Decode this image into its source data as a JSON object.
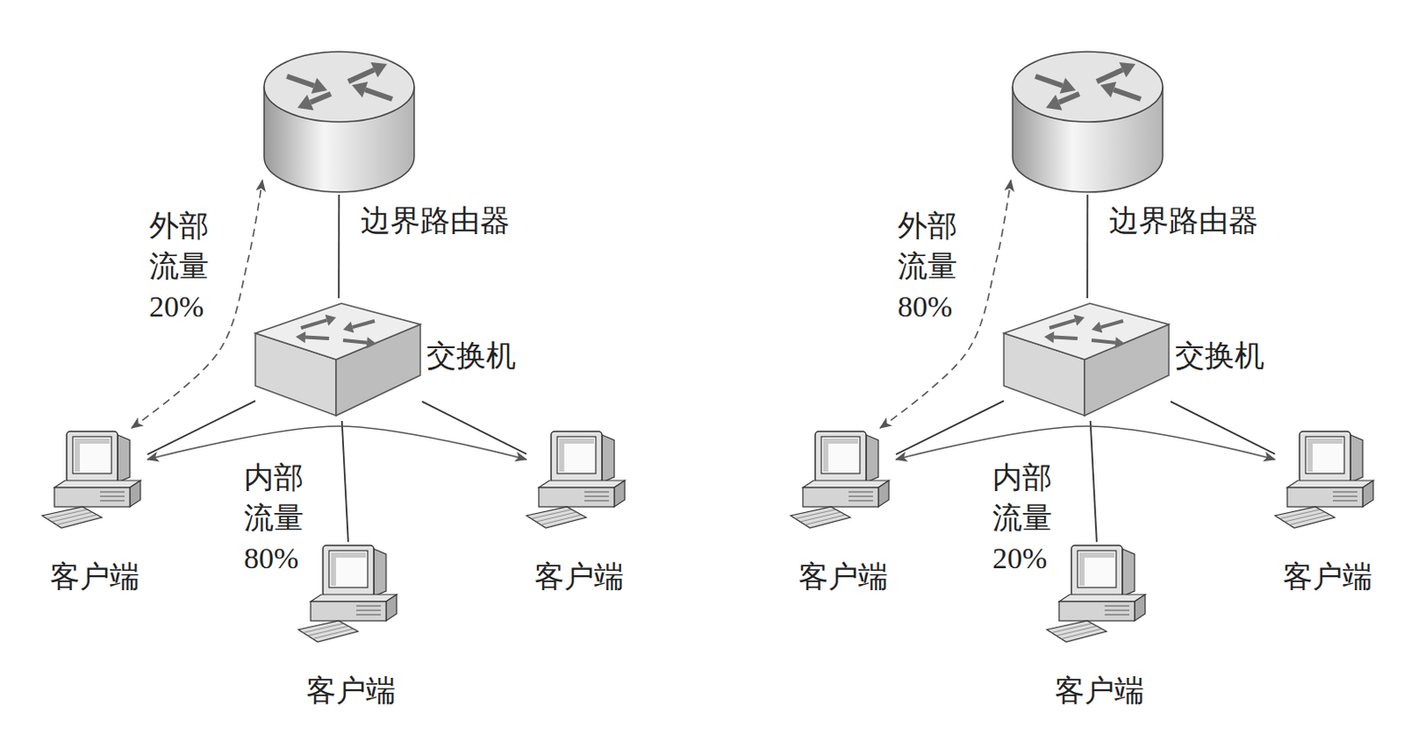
{
  "diagram": {
    "nodes": [
      {
        "text": [
          "边界路由器"
        ]
      },
      {
        "text": [
          "交换机"
        ]
      },
      {
        "text": [
          "客户端"
        ]
      },
      {
        "text": [
          "客户端"
        ]
      },
      {
        "text": [
          "客户端"
        ]
      },
      {
        "text": [
          "边界路由器"
        ]
      },
      {
        "text": [
          "交换机"
        ]
      },
      {
        "text": [
          "客户端"
        ]
      },
      {
        "text": [
          "客户端"
        ]
      },
      {
        "text": [
          "客户端"
        ]
      }
    ],
    "edges": [
      {
        "from": 0,
        "to": 1,
        "arrow": "none"
      },
      {
        "from": 1,
        "to": 2,
        "arrow": "none"
      },
      {
        "from": 1,
        "to": 3,
        "arrow": "none"
      },
      {
        "from": 1,
        "to": 4,
        "arrow": "none"
      },
      {
        "from": 2,
        "to": 0,
        "arrow": "both",
        "label": "外部 流量 20%"
      },
      {
        "from": 2,
        "to": 4,
        "arrow": "both",
        "label": "内部 流量 80%"
      },
      {
        "from": 5,
        "to": 6,
        "arrow": "none"
      },
      {
        "from": 6,
        "to": 7,
        "arrow": "none"
      },
      {
        "from": 6,
        "to": 8,
        "arrow": "none"
      },
      {
        "from": 6,
        "to": 9,
        "arrow": "none"
      },
      {
        "from": 7,
        "to": 5,
        "arrow": "both",
        "label": "外部 流量 80%"
      },
      {
        "from": 7,
        "to": 9,
        "arrow": "both",
        "label": "内部 流量 20%"
      }
    ]
  }
}
